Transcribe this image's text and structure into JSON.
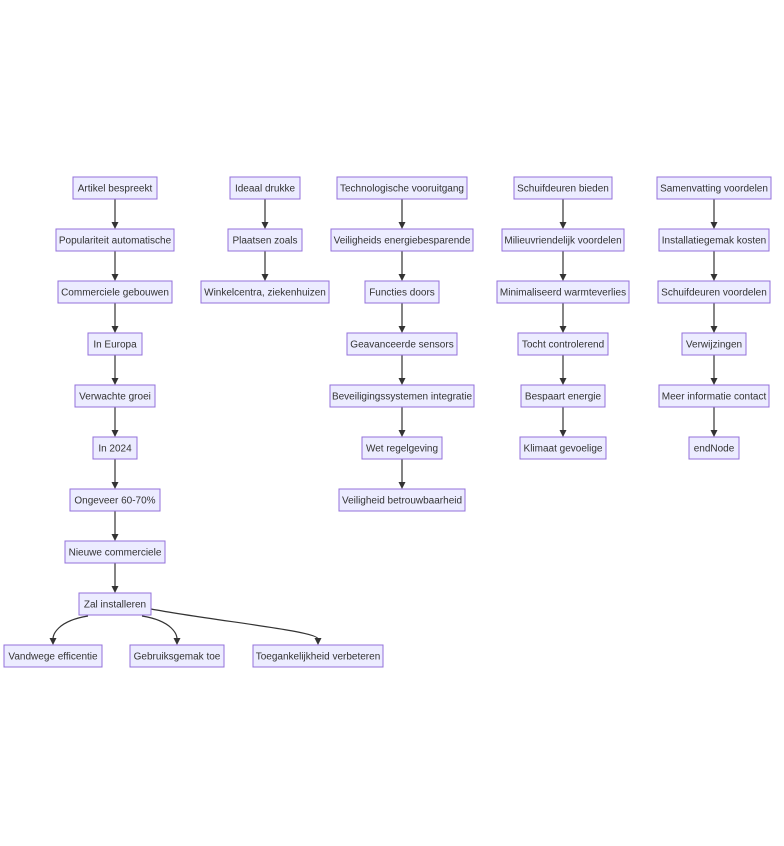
{
  "diagram": {
    "type": "flowchart",
    "colors": {
      "node_fill": "#ECECFF",
      "node_stroke": "#9370DB",
      "text": "#333333",
      "edge": "#333333"
    },
    "nodes": [
      {
        "id": "n1",
        "label": "Artikel bespreekt"
      },
      {
        "id": "n2",
        "label": "Populariteit automatische"
      },
      {
        "id": "n3",
        "label": "Commerciele gebouwen"
      },
      {
        "id": "n4",
        "label": "In Europa"
      },
      {
        "id": "n5",
        "label": "Verwachte groei"
      },
      {
        "id": "n6",
        "label": "In 2024"
      },
      {
        "id": "n7",
        "label": "Ongeveer 60-70%"
      },
      {
        "id": "n8",
        "label": "Nieuwe commerciele"
      },
      {
        "id": "n9",
        "label": "Zal installeren"
      },
      {
        "id": "n10",
        "label": "Vandwege efficentie"
      },
      {
        "id": "n11",
        "label": "Gebruiksgemak toe"
      },
      {
        "id": "n12",
        "label": "Toegankelijkheid verbeteren"
      },
      {
        "id": "m1",
        "label": "Ideaal drukke"
      },
      {
        "id": "m2",
        "label": "Plaatsen zoals"
      },
      {
        "id": "m3",
        "label": "Winkelcentra, ziekenhuizen"
      },
      {
        "id": "t1",
        "label": "Technologische vooruitgang"
      },
      {
        "id": "t2",
        "label": "Veiligheids energiebesparende"
      },
      {
        "id": "t3",
        "label": "Functies doors"
      },
      {
        "id": "t4",
        "label": "Geavanceerde sensors"
      },
      {
        "id": "t5",
        "label": "Beveiligingssystemen integratie"
      },
      {
        "id": "t6",
        "label": "Wet regelgeving"
      },
      {
        "id": "t7",
        "label": "Veiligheid betrouwbaarheid"
      },
      {
        "id": "s1",
        "label": "Schuifdeuren bieden"
      },
      {
        "id": "s2",
        "label": "Milieuvriendelijk voordelen"
      },
      {
        "id": "s3",
        "label": "Minimaliseerd warmteverlies"
      },
      {
        "id": "s4",
        "label": "Tocht controlerend"
      },
      {
        "id": "s5",
        "label": "Bespaart energie"
      },
      {
        "id": "s6",
        "label": "Klimaat gevoelige"
      },
      {
        "id": "v1",
        "label": "Samenvatting voordelen"
      },
      {
        "id": "v2",
        "label": "Installatiegemak kosten"
      },
      {
        "id": "v3",
        "label": "Schuifdeuren voordelen"
      },
      {
        "id": "v4",
        "label": "Verwijzingen"
      },
      {
        "id": "v5",
        "label": "Meer informatie contact"
      },
      {
        "id": "v6",
        "label": "endNode"
      }
    ],
    "edges": [
      [
        "n1",
        "n2"
      ],
      [
        "n2",
        "n3"
      ],
      [
        "n3",
        "n4"
      ],
      [
        "n4",
        "n5"
      ],
      [
        "n5",
        "n6"
      ],
      [
        "n6",
        "n7"
      ],
      [
        "n7",
        "n8"
      ],
      [
        "n8",
        "n9"
      ],
      [
        "n9",
        "n10"
      ],
      [
        "n9",
        "n11"
      ],
      [
        "n9",
        "n12"
      ],
      [
        "m1",
        "m2"
      ],
      [
        "m2",
        "m3"
      ],
      [
        "t1",
        "t2"
      ],
      [
        "t2",
        "t3"
      ],
      [
        "t3",
        "t4"
      ],
      [
        "t4",
        "t5"
      ],
      [
        "t5",
        "t6"
      ],
      [
        "t6",
        "t7"
      ],
      [
        "s1",
        "s2"
      ],
      [
        "s2",
        "s3"
      ],
      [
        "s3",
        "s4"
      ],
      [
        "s4",
        "s5"
      ],
      [
        "s5",
        "s6"
      ],
      [
        "v1",
        "v2"
      ],
      [
        "v2",
        "v3"
      ],
      [
        "v3",
        "v4"
      ],
      [
        "v4",
        "v5"
      ],
      [
        "v5",
        "v6"
      ]
    ]
  }
}
